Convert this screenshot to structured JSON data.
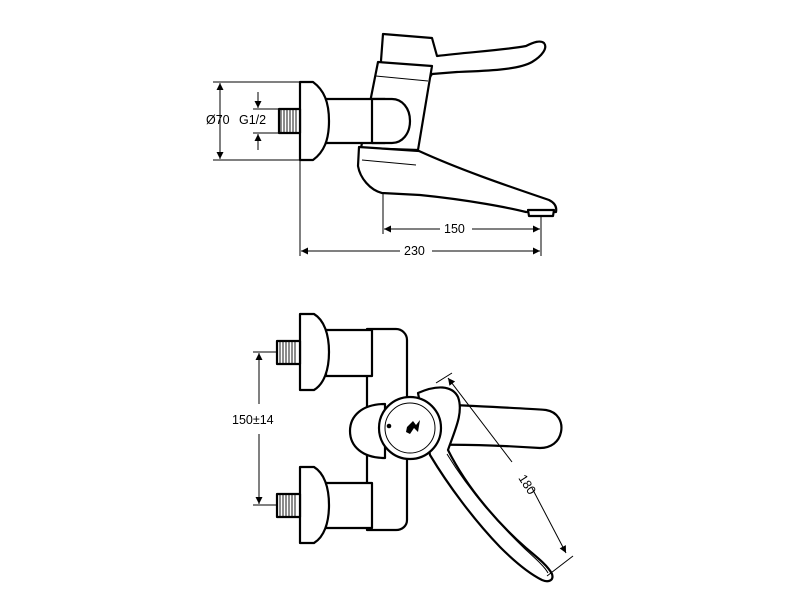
{
  "drawing": {
    "side_view": {
      "flange_label": "Ø70",
      "thread_label": "G1/2",
      "spout_label": "150",
      "overall_label": "230"
    },
    "top_view": {
      "center_distance_label": "150±14",
      "lever_label": "180"
    }
  }
}
